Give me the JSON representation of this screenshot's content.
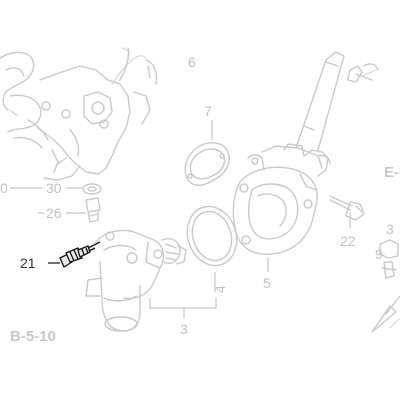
{
  "diagram": {
    "callouts": {
      "c6": "6",
      "c7": "7",
      "c30": "30",
      "c0": "0",
      "c26": "26",
      "c21": "21",
      "c4": "4",
      "c5": "5",
      "c3": "3",
      "c22": "22",
      "c9": "9",
      "c3r": "3"
    },
    "refs": {
      "b510": "B-5-10",
      "e_edge": "E-"
    },
    "highlighted_part": "21",
    "colors": {
      "ghost": "#c9c9c9",
      "highlight": "#111111",
      "background": "#ffffff"
    }
  }
}
